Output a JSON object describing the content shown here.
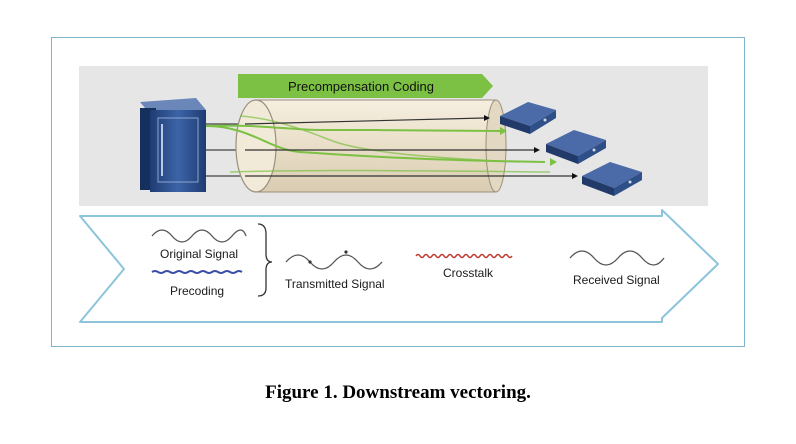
{
  "diagram": {
    "banner_label": "Precompensation Coding",
    "signals": {
      "original": "Original Signal",
      "precoding": "Precoding",
      "transmitted": "Transmitted Signal",
      "crosstalk": "Crosstalk",
      "received": "Received  Signal"
    },
    "colors": {
      "banner_green": "#7cc044",
      "frame_border": "#7fb6cf",
      "arrow_border": "#8cc4dc",
      "top_panel_bg": "#e6e6e6",
      "server_blue": "#2b4e8c",
      "modem_blue": "#2a4477",
      "cable_fill": "#efe6d4",
      "precoding_wave": "#3b4fa8",
      "crosstalk_wave": "#c0392b"
    }
  },
  "caption": "Figure 1. Downstream vectoring."
}
